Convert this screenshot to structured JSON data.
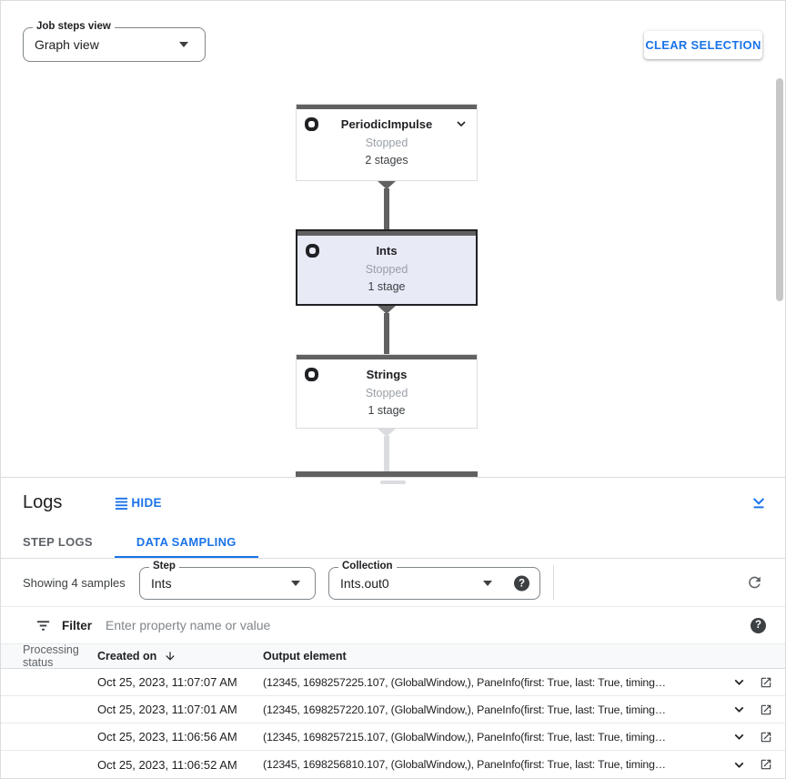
{
  "colors": {
    "accent_blue": "#1a73e8",
    "node_bar_gray": "#616161",
    "selected_node_fill": "#e8eaf6",
    "border_gray": "#dadce0",
    "text_dark": "#202124",
    "text_gray": "#5f6368",
    "status_text_gray": "#9aa0a6"
  },
  "toolbar": {
    "job_steps_view_label": "Job steps view",
    "job_steps_view_value": "Graph view",
    "clear_selection_label": "CLEAR SELECTION"
  },
  "graph": {
    "nodes": [
      {
        "title": "PeriodicImpulse",
        "status": "Stopped",
        "stages": "2 stages",
        "selected": false,
        "expandable": true
      },
      {
        "title": "Ints",
        "status": "Stopped",
        "stages": "1 stage",
        "selected": true,
        "expandable": false
      },
      {
        "title": "Strings",
        "status": "Stopped",
        "stages": "1 stage",
        "selected": false,
        "expandable": false
      }
    ]
  },
  "logs": {
    "title": "Logs",
    "hide_label": "HIDE",
    "tabs": {
      "step_logs": "STEP LOGS",
      "data_sampling": "DATA SAMPLING"
    },
    "sampling": {
      "showing": "Showing 4 samples",
      "step_label": "Step",
      "step_value": "Ints",
      "collection_label": "Collection",
      "collection_value": "Ints.out0"
    },
    "filter": {
      "label": "Filter",
      "placeholder": "Enter property name or value"
    },
    "table": {
      "col_status": "Processing status",
      "col_created": "Created on",
      "col_output": "Output element",
      "rows": [
        {
          "created": "Oct 25, 2023, 11:07:07 AM",
          "output": "(12345, 1698257225.107, (GlobalWindow,), PaneInfo(first: True, last: True, timing…"
        },
        {
          "created": "Oct 25, 2023, 11:07:01 AM",
          "output": "(12345, 1698257220.107, (GlobalWindow,), PaneInfo(first: True, last: True, timing…"
        },
        {
          "created": "Oct 25, 2023, 11:06:56 AM",
          "output": "(12345, 1698257215.107, (GlobalWindow,), PaneInfo(first: True, last: True, timing…"
        },
        {
          "created": "Oct 25, 2023, 11:06:52 AM",
          "output": "(12345, 1698256810.107, (GlobalWindow,), PaneInfo(first: True, last: True, timing…"
        }
      ]
    }
  },
  "icons": {
    "help_glyph": "?"
  }
}
